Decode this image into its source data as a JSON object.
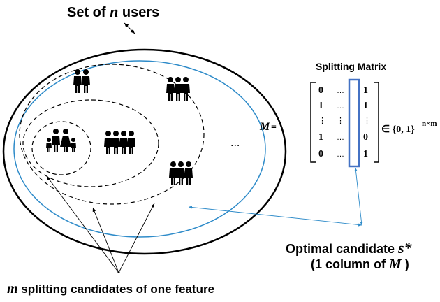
{
  "title": {
    "prefix": "Set of ",
    "var": "n",
    "suffix": " users"
  },
  "matrix": {
    "title": "Splitting Matrix",
    "name": "M",
    "equals": "=",
    "rows": [
      [
        "0",
        "…",
        "1"
      ],
      [
        "1",
        "…",
        "1"
      ],
      [
        "⋮",
        "⋮",
        "⋮"
      ],
      [
        "1",
        "…",
        "0"
      ],
      [
        "0",
        "…",
        "1"
      ]
    ],
    "set": "∈ {0, 1}",
    "superscript": "n×m",
    "highlight_color": "#4472c4"
  },
  "ellipsis": "...",
  "optimal": {
    "line1_prefix": "Optimal candidate ",
    "var": "s*",
    "line2_prefix": "(1 column of ",
    "line2_var": "M",
    "line2_suffix": " )"
  },
  "candidates": {
    "var": "m",
    "text": " splitting candidates of one feature"
  },
  "colors": {
    "blue": "#2e8bc9",
    "black": "#000000"
  },
  "icons": [
    "couple-icon",
    "family-icon",
    "group-of-four-icon",
    "group-of-three-icon",
    "group-of-three-icon"
  ]
}
